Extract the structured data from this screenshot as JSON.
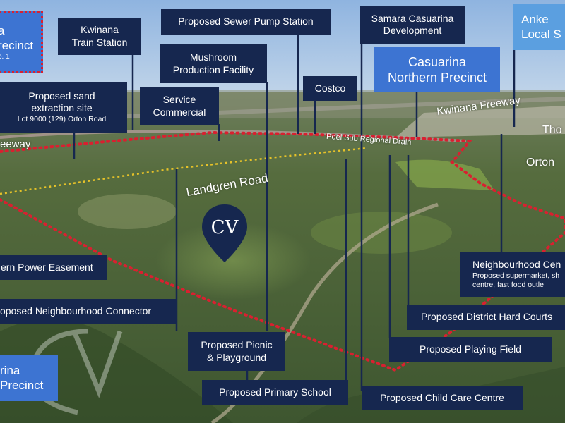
{
  "colors": {
    "label_navy": "#16274f",
    "label_blue": "#3d74d2",
    "label_light_blue": "#5b9fe0",
    "boundary_red": "#d92030",
    "dotted_path_yellow": "#e6c229",
    "sky": "#a9c6e6",
    "bushland": "#4f6b3a"
  },
  "labels": {
    "precinct_topleft": {
      "line1": "a",
      "line2": "recinct",
      "line3": "o. 1"
    },
    "kwinana_train_station": {
      "line1": "Kwinana",
      "line2": "Train Station"
    },
    "proposed_sewer_pump_station": "Proposed Sewer Pump Station",
    "samara_casuarina_development": {
      "line1": "Samara Casuarina",
      "line2": "Development"
    },
    "anketell_local": {
      "line1": "Anke",
      "line2": "Local S"
    },
    "mushroom_production_facility": {
      "line1": "Mushroom",
      "line2": "Production Facility"
    },
    "casuarina_northern_precinct": {
      "line1": "Casuarina",
      "line2": "Northern Precinct"
    },
    "proposed_sand_extraction_site": {
      "line1": "Proposed sand",
      "line2": "extraction site",
      "line3": "Lot 9000 (129) Orton Road"
    },
    "service_commercial": {
      "line1": "Service",
      "line2": "Commercial"
    },
    "costco": "Costco",
    "western_power_easement": "ern Power Easement",
    "neighbourhood_centre": {
      "line1": "Neighbourhood Cen",
      "line2": "Proposed supermarket, sh",
      "line3": "centre, fast food outle"
    },
    "proposed_neighbourhood_connector": "oposed Neighbourhood Connector",
    "proposed_district_hard_courts": "Proposed District Hard Courts",
    "proposed_picnic_playground": {
      "line1": "Proposed Picnic",
      "line2": "& Playground"
    },
    "proposed_playing_field": "Proposed Playing Field",
    "casuarina_precinct_bottomleft": {
      "line1": "rina",
      "line2": "Precinct"
    },
    "proposed_primary_school": "Proposed Primary School",
    "proposed_child_care_centre": "Proposed Child Care Centre"
  },
  "roads": {
    "kwinana_freeway": "Kwinana Freeway",
    "freeway_left": "eeway",
    "thomas_road": "Tho",
    "orton_road": "Orton",
    "landgren_road": "Landgren Road",
    "peel_sub_regional_drain": "Peel Sub Regional Drain"
  },
  "logo": {
    "text": "CV",
    "icon": "map-pin-icon"
  }
}
